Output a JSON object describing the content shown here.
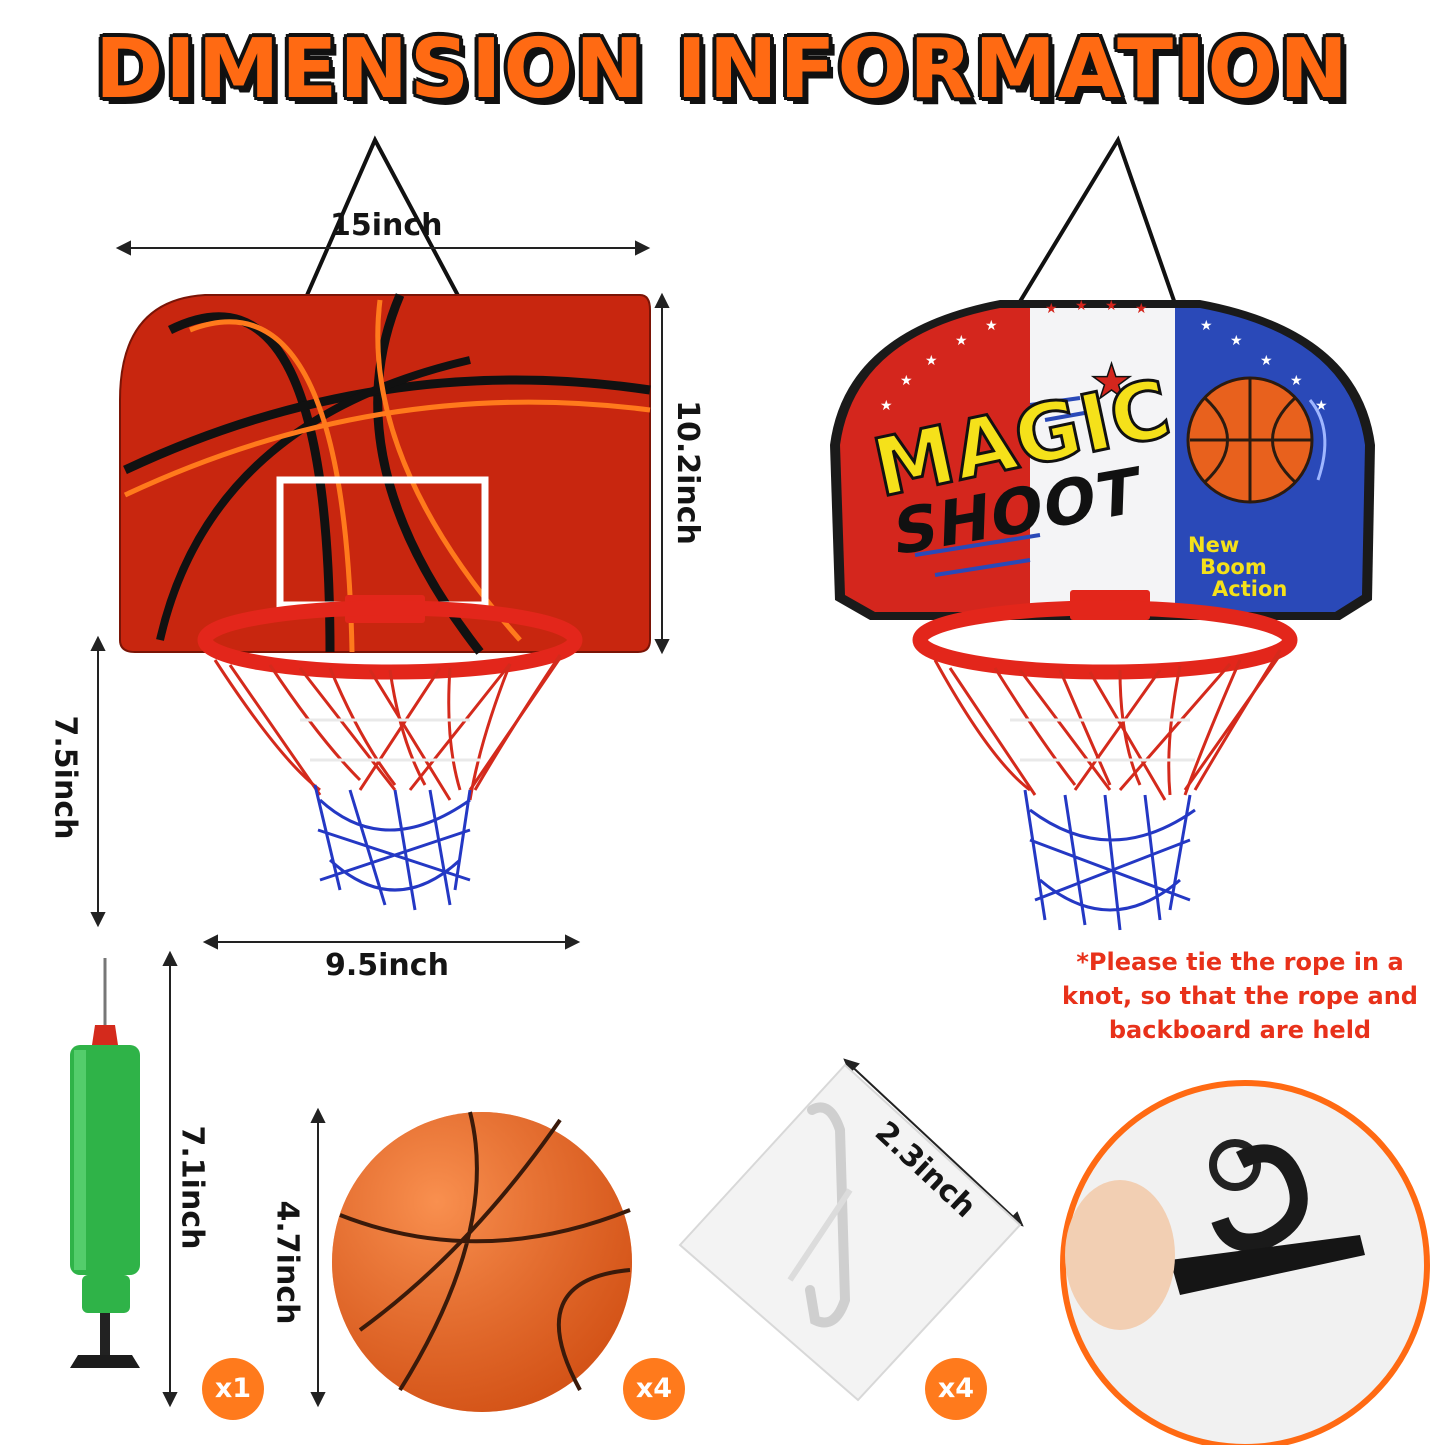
{
  "title": "DIMENSION INFORMATION",
  "dimensions": {
    "width": "15inch",
    "height": "10.2inch",
    "net_length": "7.5inch",
    "rim_width": "9.5inch",
    "pump_length": "7.1inch",
    "ball_diameter": "4.7inch",
    "hook_size": "2.3inch"
  },
  "backboard_right": {
    "line1": "MAGIC",
    "line2": "SHOOT",
    "tag1": "New",
    "tag2": "Boom",
    "tag3": "Action"
  },
  "quantities": {
    "pump": "x1",
    "ball": "x4",
    "hook": "x4"
  },
  "note": "*Please tie the rope in a knot, so that the rope and backboard are held",
  "colors": {
    "accent": "#ff6a13",
    "note_red": "#e8311a",
    "backboard_red": "#c8260f",
    "panel_blue": "#2a49b8",
    "pump_green": "#2fb348",
    "ball_orange": "#f0641e"
  }
}
